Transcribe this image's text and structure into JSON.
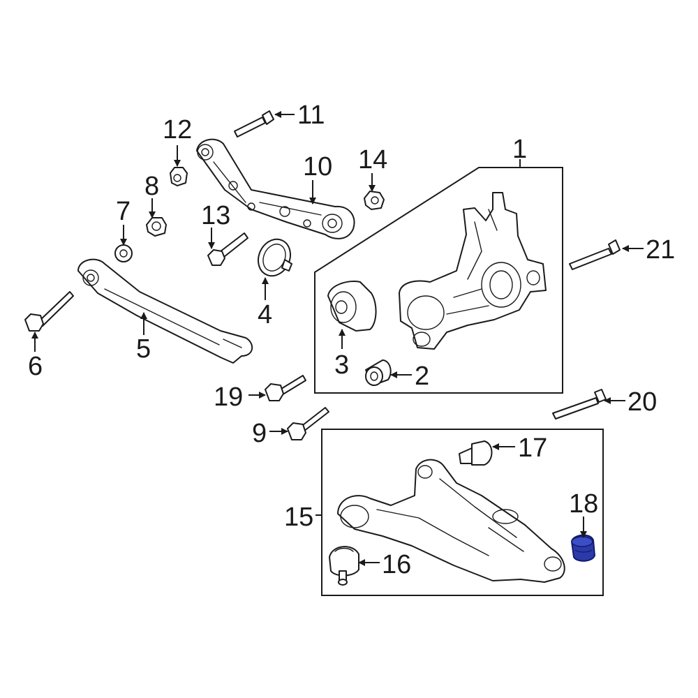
{
  "callouts": {
    "c1": "1",
    "c2": "2",
    "c3": "3",
    "c4": "4",
    "c5": "5",
    "c6": "6",
    "c7": "7",
    "c8": "8",
    "c9": "9",
    "c10": "10",
    "c11": "11",
    "c12": "12",
    "c13": "13",
    "c14": "14",
    "c15": "15",
    "c16": "16",
    "c17": "17",
    "c18": "18",
    "c19": "19",
    "c20": "20",
    "c21": "21"
  },
  "colors": {
    "line": "#1a1a1a",
    "background": "#ffffff",
    "highlight": "#2b3aa8",
    "highlight_dark": "#121a6e"
  },
  "highlighted_part": "18"
}
